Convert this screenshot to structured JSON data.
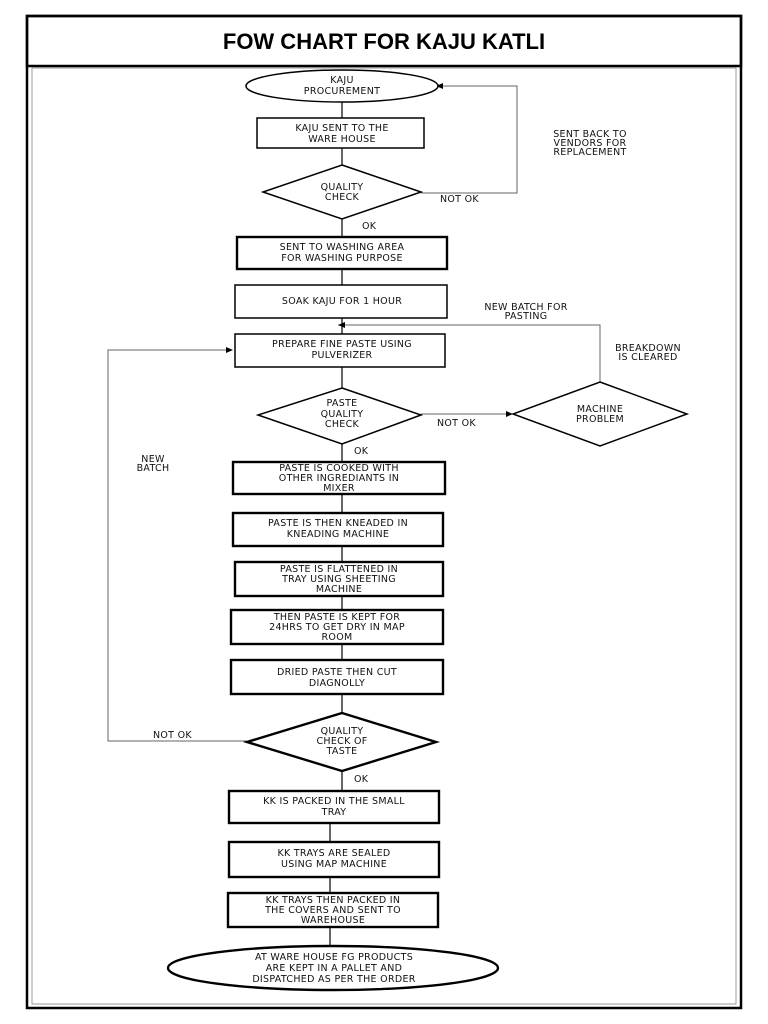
{
  "title": "FOW CHART FOR KAJU KATLI",
  "nodes": {
    "procurement": [
      "KAJU",
      "PROCUREMENT"
    ],
    "warehouse": [
      "KAJU SENT TO THE",
      "WARE HOUSE"
    ],
    "quality_check_1": [
      "QUALITY",
      "CHECK"
    ],
    "washing": [
      "SENT TO WASHING AREA",
      "FOR WASHING PURPOSE"
    ],
    "soak": [
      "SOAK KAJU FOR 1 HOUR"
    ],
    "paste": [
      "PREPARE FINE PASTE USING",
      "PULVERIZER"
    ],
    "paste_quality": [
      "PASTE",
      "QUALITY",
      "CHECK"
    ],
    "machine_problem": [
      "MACHINE",
      "PROBLEM"
    ],
    "cooked": [
      "PASTE IS COOKED WITH",
      "OTHER INGREDIANTS IN",
      "MIXER"
    ],
    "kneaded": [
      "PASTE IS THEN KNEADED IN",
      "KNEADING MACHINE"
    ],
    "flattened": [
      "PASTE IS FLATTENED IN",
      "TRAY USING SHEETING",
      "MACHINE"
    ],
    "dry": [
      "THEN PASTE IS KEPT FOR",
      "24HRS TO GET DRY IN MAP",
      "ROOM"
    ],
    "cut": [
      "DRIED PASTE THEN CUT",
      "DIAGNOLLY"
    ],
    "taste_check": [
      "QUALITY",
      "CHECK OF",
      "TASTE"
    ],
    "packed": [
      "KK IS PACKED IN THE SMALL",
      "TRAY"
    ],
    "sealed": [
      "KK TRAYS ARE SEALED",
      "USING MAP MACHINE"
    ],
    "covers": [
      "KK TRAYS THEN PACKED IN",
      "THE COVERS AND SENT TO",
      "WAREHOUSE"
    ],
    "final": [
      "AT WARE HOUSE FG PRODUCTS",
      "ARE KEPT IN A PALLET AND",
      "DISPATCHED AS PER THE ORDER"
    ]
  },
  "edge_labels": {
    "sent_back": [
      "SENT BACK TO",
      "VENDORS FOR",
      "REPLACEMENT"
    ],
    "not_ok_1": "NOT OK",
    "ok_1": "OK",
    "new_batch_pasting": [
      "NEW BATCH FOR",
      "PASTING"
    ],
    "breakdown": [
      "BREAKDOWN",
      "IS CLEARED"
    ],
    "not_ok_2": "NOT OK",
    "ok_2": "OK",
    "new_batch": [
      "NEW",
      "BATCH"
    ],
    "not_ok_3": "NOT OK",
    "ok_3": "OK"
  }
}
